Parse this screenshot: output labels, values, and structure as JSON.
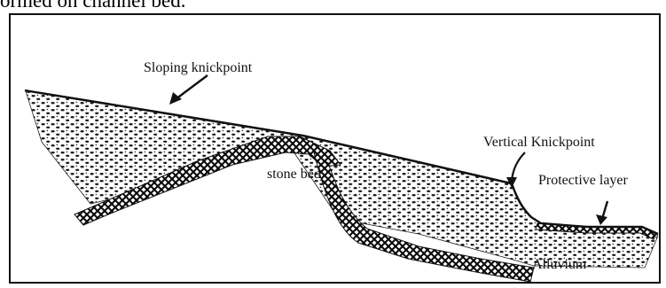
{
  "caption_fragment": "ormed on channel bed.",
  "diagram": {
    "labels": {
      "sloping_knickpoint": "Sloping knickpoint",
      "vertical_knickpoint": "Vertical Knickpoint",
      "stone_bed": "stone bed",
      "protective_layer": "Protective layer",
      "alluvium": "Alluvium"
    }
  }
}
